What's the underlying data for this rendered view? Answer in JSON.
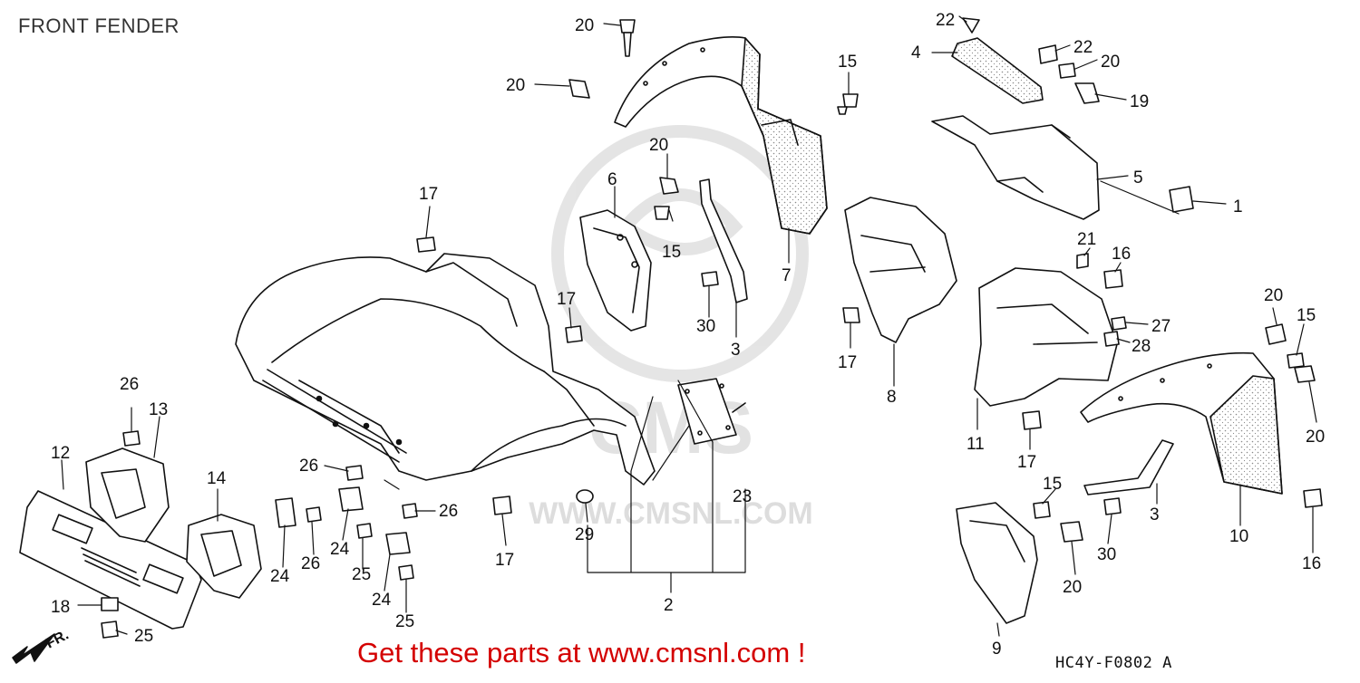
{
  "title": "FRONT FENDER",
  "call_to_action": "Get these parts at www.cmsnl.com !",
  "diagram_code": "HC4Y-F0802 A",
  "watermark": {
    "brand": "CMS",
    "url": "WWW.CMSNL.COM"
  },
  "direction_label": "FR.",
  "colors": {
    "line": "#111111",
    "watermark": "#c8c8c8",
    "cta": "#d40000",
    "stipple": "#8a8a8a"
  },
  "callouts": [
    {
      "id": "c1",
      "text": "1"
    },
    {
      "id": "c2",
      "text": "2"
    },
    {
      "id": "c3a",
      "text": "3"
    },
    {
      "id": "c3b",
      "text": "3"
    },
    {
      "id": "c4",
      "text": "4"
    },
    {
      "id": "c5",
      "text": "5"
    },
    {
      "id": "c6",
      "text": "6"
    },
    {
      "id": "c7",
      "text": "7"
    },
    {
      "id": "c8",
      "text": "8"
    },
    {
      "id": "c9",
      "text": "9"
    },
    {
      "id": "c10",
      "text": "10"
    },
    {
      "id": "c11",
      "text": "11"
    },
    {
      "id": "c12",
      "text": "12"
    },
    {
      "id": "c13",
      "text": "13"
    },
    {
      "id": "c14",
      "text": "14"
    },
    {
      "id": "c15a",
      "text": "15"
    },
    {
      "id": "c15b",
      "text": "15"
    },
    {
      "id": "c15c",
      "text": "15"
    },
    {
      "id": "c15d",
      "text": "15"
    },
    {
      "id": "c16a",
      "text": "16"
    },
    {
      "id": "c16b",
      "text": "16"
    },
    {
      "id": "c17a",
      "text": "17"
    },
    {
      "id": "c17b",
      "text": "17"
    },
    {
      "id": "c17c",
      "text": "17"
    },
    {
      "id": "c17d",
      "text": "17"
    },
    {
      "id": "c17e",
      "text": "17"
    },
    {
      "id": "c18",
      "text": "18"
    },
    {
      "id": "c19",
      "text": "19"
    },
    {
      "id": "c20a",
      "text": "20"
    },
    {
      "id": "c20b",
      "text": "20"
    },
    {
      "id": "c20c",
      "text": "20"
    },
    {
      "id": "c20d",
      "text": "20"
    },
    {
      "id": "c20e",
      "text": "20"
    },
    {
      "id": "c20f",
      "text": "20"
    },
    {
      "id": "c20g",
      "text": "20"
    },
    {
      "id": "c21",
      "text": "21"
    },
    {
      "id": "c22a",
      "text": "22"
    },
    {
      "id": "c22b",
      "text": "22"
    },
    {
      "id": "c23",
      "text": "23"
    },
    {
      "id": "c24a",
      "text": "24"
    },
    {
      "id": "c24b",
      "text": "24"
    },
    {
      "id": "c24c",
      "text": "24"
    },
    {
      "id": "c25a",
      "text": "25"
    },
    {
      "id": "c25b",
      "text": "25"
    },
    {
      "id": "c25c",
      "text": "25"
    },
    {
      "id": "c26a",
      "text": "26"
    },
    {
      "id": "c26b",
      "text": "26"
    },
    {
      "id": "c26c",
      "text": "26"
    },
    {
      "id": "c26d",
      "text": "26"
    },
    {
      "id": "c27",
      "text": "27"
    },
    {
      "id": "c28",
      "text": "28"
    },
    {
      "id": "c29",
      "text": "29"
    },
    {
      "id": "c30a",
      "text": "30"
    },
    {
      "id": "c30b",
      "text": "30"
    }
  ]
}
